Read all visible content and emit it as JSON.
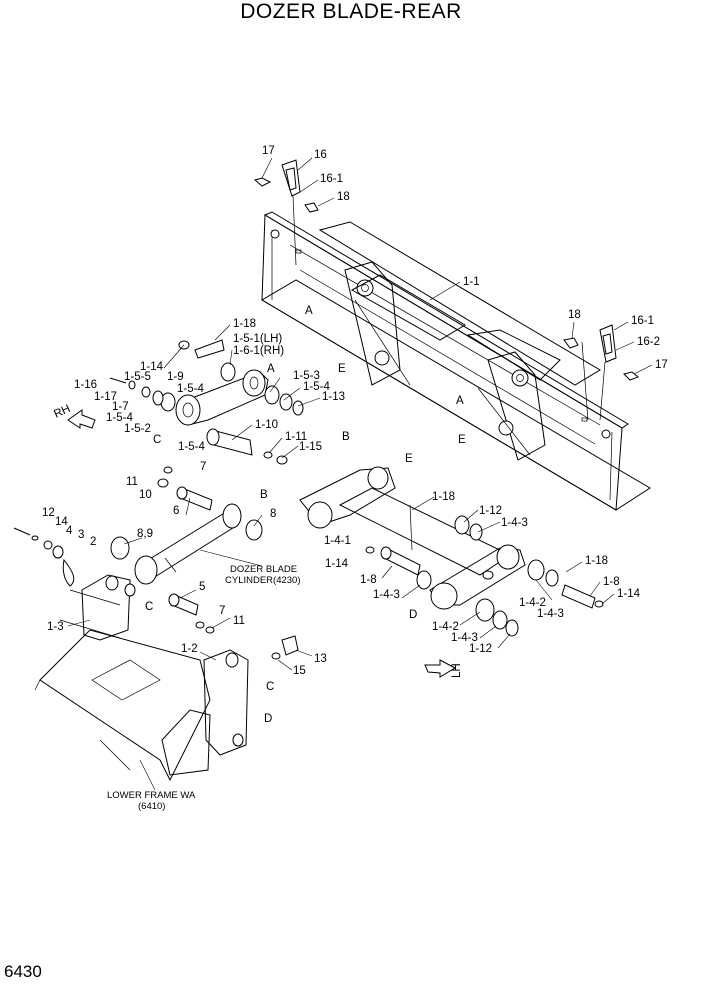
{
  "title": "DOZER BLADE-REAR",
  "page_number": "6430",
  "callouts": [
    {
      "id": "17"
    },
    {
      "id": "16"
    },
    {
      "id": "16-1"
    },
    {
      "id": "18"
    },
    {
      "id": "1-1"
    },
    {
      "id": "18"
    },
    {
      "id": "16-1"
    },
    {
      "id": "16-2"
    },
    {
      "id": "17"
    },
    {
      "id": "1-18"
    },
    {
      "id": "1-5-1(LH)"
    },
    {
      "id": "1-6-1(RH)"
    },
    {
      "id": "1-14"
    },
    {
      "id": "1-16"
    },
    {
      "id": "1-5-5"
    },
    {
      "id": "1-9"
    },
    {
      "id": "1-5-4"
    },
    {
      "id": "1-17"
    },
    {
      "id": "1-7"
    },
    {
      "id": "1-5-4"
    },
    {
      "id": "1-5-2"
    },
    {
      "id": "1-5-3"
    },
    {
      "id": "1-5-4"
    },
    {
      "id": "1-13"
    },
    {
      "id": "1-10"
    },
    {
      "id": "1-11"
    },
    {
      "id": "1-15"
    },
    {
      "id": "1-5-4"
    },
    {
      "id": "7"
    },
    {
      "id": "11"
    },
    {
      "id": "10"
    },
    {
      "id": "6"
    },
    {
      "id": "8"
    },
    {
      "id": "12"
    },
    {
      "id": "14"
    },
    {
      "id": "4"
    },
    {
      "id": "3"
    },
    {
      "id": "2"
    },
    {
      "id": "8,9"
    },
    {
      "id": "1-18"
    },
    {
      "id": "1-12"
    },
    {
      "id": "1-4-3"
    },
    {
      "id": "1-4-1"
    },
    {
      "id": "1-14"
    },
    {
      "id": "1-8"
    },
    {
      "id": "1-4-3"
    },
    {
      "id": "1-18"
    },
    {
      "id": "1-8"
    },
    {
      "id": "1-14"
    },
    {
      "id": "1-4-2"
    },
    {
      "id": "1-4-3"
    },
    {
      "id": "1-4-2"
    },
    {
      "id": "1-4-3"
    },
    {
      "id": "1-12"
    },
    {
      "id": "5"
    },
    {
      "id": "7"
    },
    {
      "id": "11"
    },
    {
      "id": "1-3"
    },
    {
      "id": "1-2"
    },
    {
      "id": "13"
    },
    {
      "id": "15"
    }
  ],
  "ref_letters": [
    "A",
    "A",
    "A",
    "B",
    "B",
    "C",
    "C",
    "C",
    "D",
    "D",
    "E",
    "E",
    "E"
  ],
  "notes": {
    "cylinder_line1": "DOZER BLADE",
    "cylinder_line2": "CYLINDER(4230)",
    "frame_line1": "LOWER FRAME WA",
    "frame_line2": "(6410)"
  },
  "direction_labels": {
    "rh": "RH",
    "lh": "LH"
  }
}
